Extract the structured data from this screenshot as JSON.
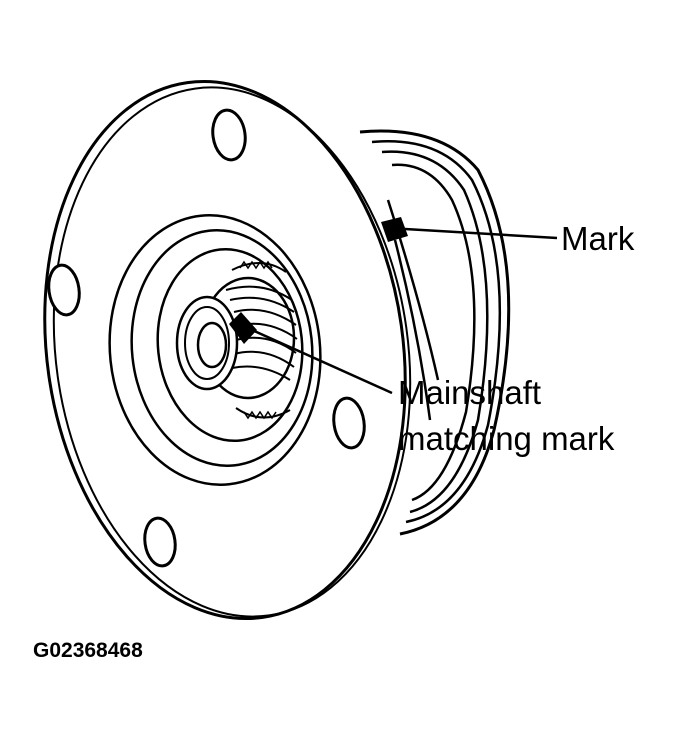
{
  "labels": {
    "mark": "Mark",
    "mainshaft_line1": "Mainshaft",
    "mainshaft_line2": "matching mark"
  },
  "figure_id": "G02368468",
  "colors": {
    "stroke": "#000000",
    "fill": "#ffffff",
    "mark": "#000000"
  }
}
